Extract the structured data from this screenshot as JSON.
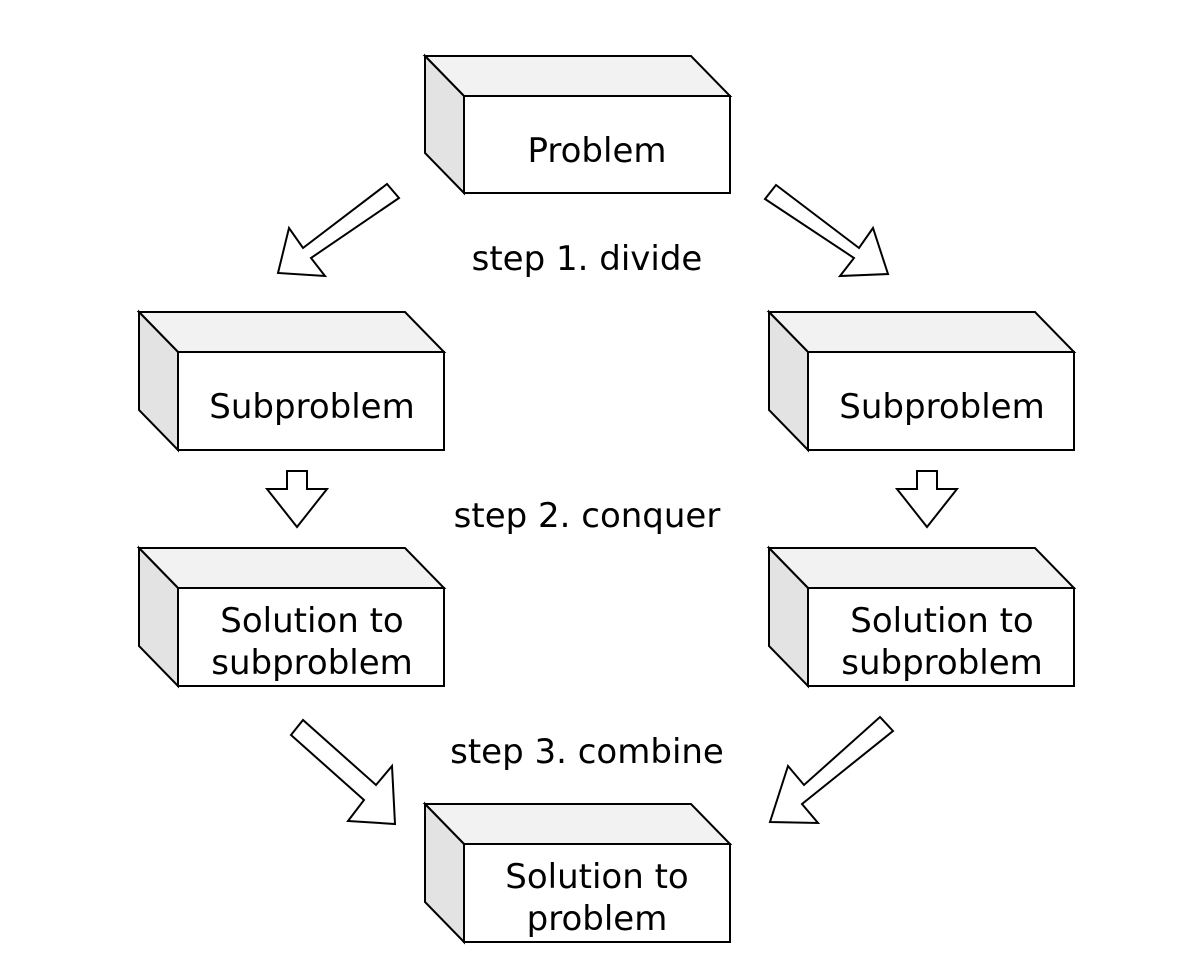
{
  "boxes": {
    "problem": {
      "line1": "Problem"
    },
    "subproblem_left": {
      "line1": "Subproblem"
    },
    "subproblem_right": {
      "line1": "Subproblem"
    },
    "solution_sub_left": {
      "line1": "Solution to",
      "line2": "subproblem"
    },
    "solution_sub_right": {
      "line1": "Solution to",
      "line2": "subproblem"
    },
    "solution": {
      "line1": "Solution to",
      "line2": "problem"
    }
  },
  "steps": {
    "divide": "step 1. divide",
    "conquer": "step 2. conquer",
    "combine": "step 3. combine"
  },
  "colors": {
    "outline": "#000000",
    "box_face": "#ffffff",
    "box_top": "#f2f2f2",
    "box_side": "#e3e3e3"
  }
}
